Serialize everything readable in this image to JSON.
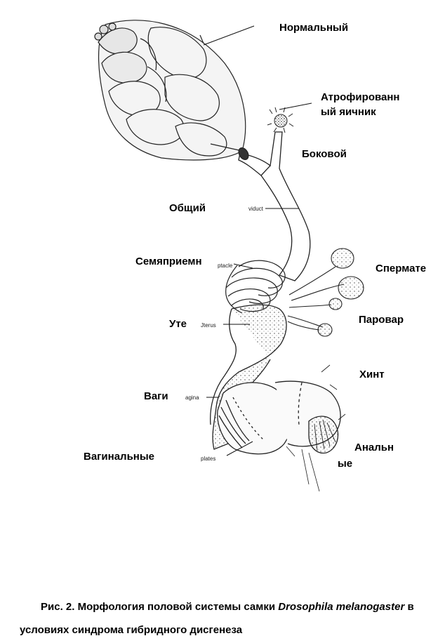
{
  "labels": {
    "normal": "Нормальный",
    "atrophied_1": "Атрофированн",
    "atrophied_2": "ый яичник",
    "lateral": "Боковой",
    "common": "Общий",
    "spermatheca_label": "Семяприемн",
    "spermathecae": "Спермате",
    "parovaria": "Паровар",
    "uterus_label": "Уте",
    "chitin": "Хинт",
    "vagina_label": "Ваги",
    "anal_1": "Анальн",
    "anal_2": "ые",
    "vaginal": "Вагинальные"
  },
  "fragments": {
    "oviduct": "viduct",
    "receptacle": "ptacle",
    "uterus": "Jterus",
    "vagina": "agina",
    "plates": "plates"
  },
  "caption": {
    "line1_prefix": "Рис. 2. Морфология половой системы самки ",
    "species": "Drosophila melanogaster",
    "line1_suffix": " в",
    "line2": "условиях синдрома гибридного дисгенеза"
  }
}
